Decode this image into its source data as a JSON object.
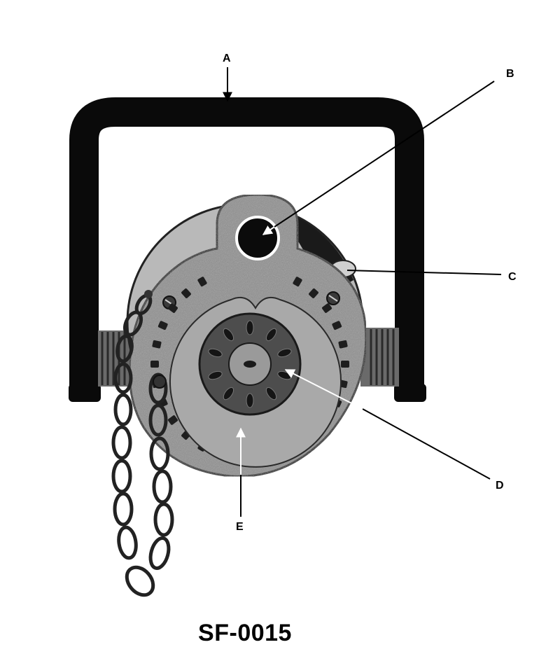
{
  "callouts": {
    "a": "A",
    "b": "B",
    "c": "C",
    "d": "D",
    "e": "E"
  },
  "caption": "SF-0015"
}
